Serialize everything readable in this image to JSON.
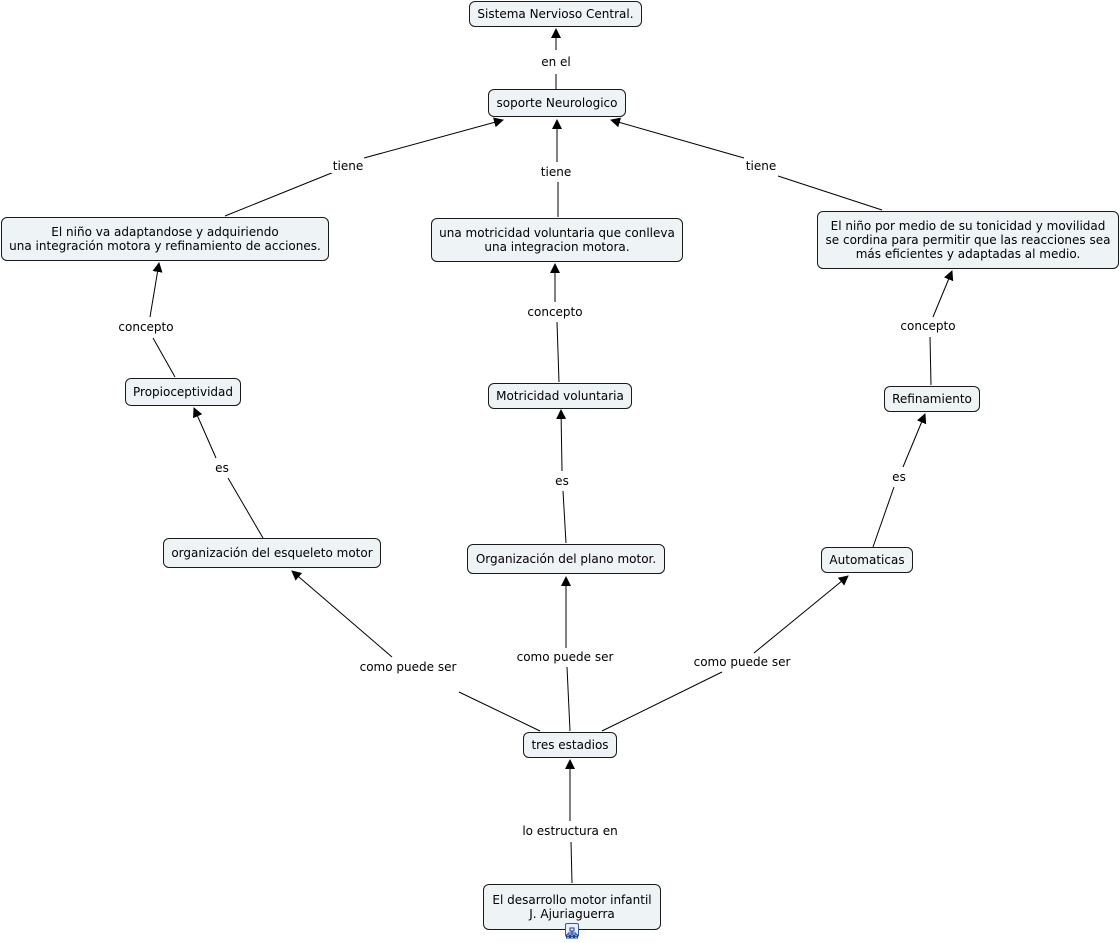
{
  "nodes": {
    "snc": "Sistema Nervioso Central.",
    "soporte": "soporte Neurologico",
    "nino_adaptando": "El niño va adaptandose y adquiriendo\nuna integración motora y refinamiento de acciones.",
    "motricidad_conlleva": "una motricidad voluntaria que conlleva\nuna integracion motora.",
    "nino_tonicidad": "El niño por medio de su tonicidad y movilidad\nse cordina para permitir que las reacciones sea\nmás eficientes y adaptadas al medio.",
    "propioceptividad": "Propioceptividad",
    "motricidad_voluntaria": "Motricidad voluntaria",
    "refinamiento": "Refinamiento",
    "org_esqueleto": "organización del esqueleto motor",
    "org_plano": "Organización del plano motor.",
    "automaticas": "Automaticas",
    "tres_estadios": "tres estadios",
    "desarrollo": "El desarrollo motor infantil\nJ. Ajuriaguerra"
  },
  "links": {
    "en_el": "en el",
    "tiene_left": "tiene",
    "tiene_center": "tiene",
    "tiene_right": "tiene",
    "concepto_left": "concepto",
    "concepto_center": "concepto",
    "concepto_right": "concepto",
    "es_left": "es",
    "es_center": "es",
    "es_right": "es",
    "como_left": "como puede ser",
    "como_center": "como puede ser",
    "como_right": "como puede ser",
    "lo_estructura": "lo estructura en"
  },
  "icons": {
    "submap": "sitemap-icon"
  }
}
